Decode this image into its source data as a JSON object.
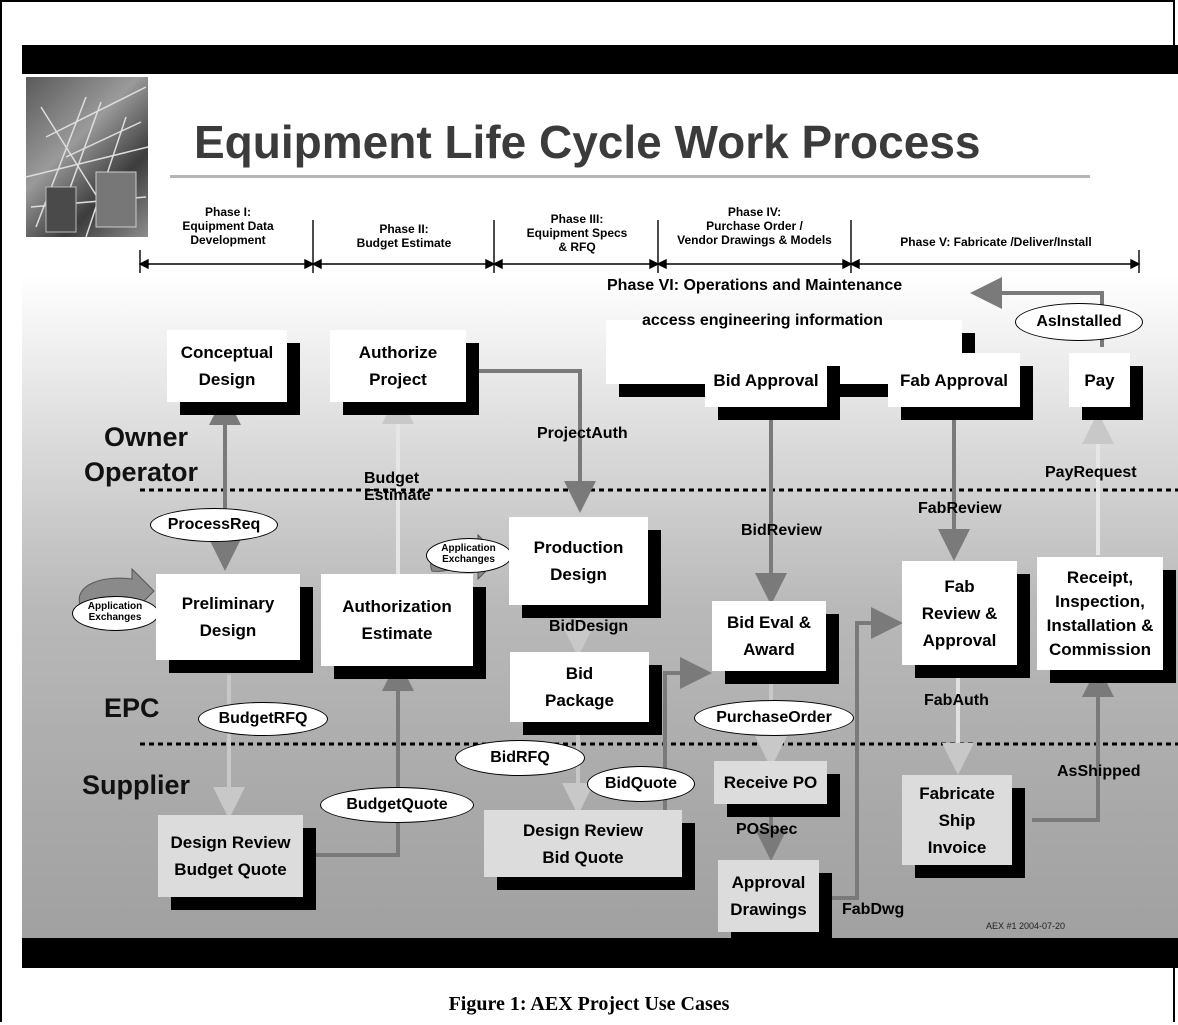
{
  "title": "Equipment Life Cycle Work Process",
  "phases": [
    {
      "line1": "Phase I:",
      "line2": "Equipment Data",
      "line3": "Development"
    },
    {
      "line1": "Phase II:",
      "line2": "Budget Estimate"
    },
    {
      "line1": "Phase III:",
      "line2": "Equipment Specs",
      "line3": "& RFQ"
    },
    {
      "line1": "Phase IV:",
      "line2": "Purchase Order /",
      "line3": "Vendor Drawings & Models"
    },
    {
      "line1": "Phase V: Fabricate /Deliver/Install"
    }
  ],
  "phase6": {
    "line1": "Phase VI: Operations and Maintenance",
    "line2": "access engineering information"
  },
  "lanes": {
    "owner1": "Owner",
    "owner2": "Operator",
    "epc": "EPC",
    "supplier": "Supplier"
  },
  "boxes": {
    "conceptual_design": [
      "Conceptual",
      "Design"
    ],
    "authorize_project": [
      "Authorize",
      "Project"
    ],
    "bid_approval": "Bid Approval",
    "fab_approval": "Fab Approval",
    "pay": "Pay",
    "preliminary_design": [
      "Preliminary",
      "Design"
    ],
    "authorization_estimate": [
      "Authorization",
      "Estimate"
    ],
    "production_design": [
      "Production",
      "Design"
    ],
    "bid_package": [
      "Bid",
      "Package"
    ],
    "bid_eval_award": [
      "Bid Eval &",
      "Award"
    ],
    "fab_review_approval": [
      "Fab",
      "Review &",
      "Approval"
    ],
    "receipt": [
      "Receipt,",
      "Inspection,",
      "Installation &",
      "Commission"
    ],
    "design_review_budget": [
      "Design Review",
      "Budget Quote"
    ],
    "design_review_bid": [
      "Design Review",
      "Bid Quote"
    ],
    "receive_po": "Receive PO",
    "approval_drawings": [
      "Approval",
      "Drawings"
    ],
    "fabricate": [
      "Fabricate",
      "Ship",
      "Invoice"
    ]
  },
  "ovals": {
    "process_req": "ProcessReq",
    "budget_rfq": "BudgetRFQ",
    "budget_quote": "BudgetQuote",
    "bid_rfq": "BidRFQ",
    "bid_quote": "BidQuote",
    "purchase_order": "PurchaseOrder",
    "as_installed": "AsInstalled"
  },
  "labels": {
    "project_auth": "ProjectAuth",
    "budget_estimate": [
      "Budget",
      "Estimate"
    ],
    "bid_review": "BidReview",
    "fab_review": "FabReview",
    "pay_request": "PayRequest",
    "bid_design": "BidDesign",
    "fab_auth": "FabAuth",
    "as_shipped": "AsShipped",
    "po_spec": "POSpec",
    "fab_dwg": "FabDwg"
  },
  "app_exchanges": [
    "Application",
    "Exchanges"
  ],
  "footer": "AEX #1  2004-07-20",
  "caption": "Figure 1:  AEX Project Use Cases"
}
